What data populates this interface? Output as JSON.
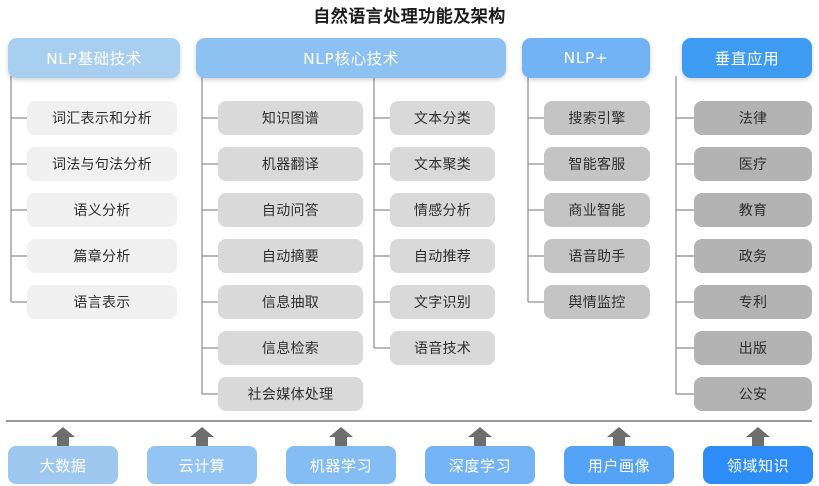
{
  "title": "自然语言处理功能及架构",
  "columns": [
    {
      "id": "nlp-basic",
      "header": "NLP基础技术",
      "header_color": "#a8cff0",
      "node_color": "#f0f0f0",
      "groups": [
        {
          "items": [
            "词汇表示和分析",
            "词法与句法分析",
            "语义分析",
            "篇章分析",
            "语言表示"
          ]
        }
      ]
    },
    {
      "id": "nlp-core",
      "header": "NLP核心技术",
      "header_color": "#8dc1f2",
      "node_color": "#d9d9d9",
      "groups": [
        {
          "items": [
            "知识图谱",
            "机器翻译",
            "自动问答",
            "自动摘要",
            "信息抽取",
            "信息检索",
            "社会媒体处理"
          ]
        },
        {
          "items": [
            "文本分类",
            "文本聚类",
            "情感分析",
            "自动推荐",
            "文字识别",
            "语音技术"
          ]
        }
      ]
    },
    {
      "id": "nlp-plus",
      "header": "NLP+",
      "header_color": "#71b3f5",
      "node_color": "#c4c4c4",
      "groups": [
        {
          "items": [
            "搜索引擎",
            "智能客服",
            "商业智能",
            "语音助手",
            "舆情监控"
          ]
        }
      ]
    },
    {
      "id": "vertical-app",
      "header": "垂直应用",
      "header_color": "#3e9bf2",
      "node_color": "#b3b3b3",
      "groups": [
        {
          "items": [
            "法律",
            "医疗",
            "教育",
            "政务",
            "专利",
            "出版",
            "公安"
          ]
        }
      ]
    }
  ],
  "foundation": {
    "items": [
      {
        "label": "大数据",
        "color": "#9fc8f0"
      },
      {
        "label": "云计算",
        "color": "#93c4f3"
      },
      {
        "label": "机器学习",
        "color": "#84bcf4"
      },
      {
        "label": "深度学习",
        "color": "#74b3f5"
      },
      {
        "label": "用户画像",
        "color": "#54a3f6"
      },
      {
        "label": "领域知识",
        "color": "#2d8cf5"
      }
    ],
    "arrow_color": "#6e6e6e",
    "separator_color": "#9a9a9a"
  },
  "watermark": "",
  "connector_color": "#8c8c8c"
}
